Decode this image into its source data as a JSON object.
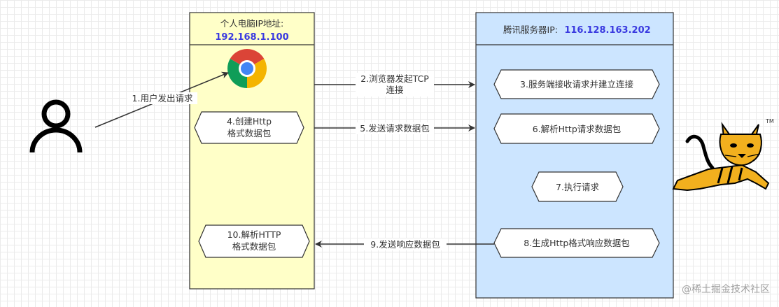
{
  "client": {
    "title": "个人电脑IP地址:",
    "ip": "192.168.1.100",
    "create_packet_line1": "4.创建Http",
    "create_packet_line2": "格式数据包",
    "parse_http_line1": "10.解析HTTP",
    "parse_http_line2": "格式数据包"
  },
  "server": {
    "title": "腾讯服务器IP:",
    "ip": "116.128.163.202",
    "accept_connect": "3.服务端接收请求并建立连接",
    "parse_request": "6.解析Http请求数据包",
    "execute": "7.执行请求",
    "gen_response": "8.生成Http格式响应数据包"
  },
  "arrows": {
    "user_request": "1.用户发出请求",
    "tcp_line1": "2.浏览器发起TCP",
    "tcp_line2": "连接",
    "send_packet": "5.发送请求数据包",
    "send_response": "9.发送响应数据包"
  },
  "watermark": "@稀土掘金技术社区",
  "tm_mark": "TM",
  "icons": {
    "user": "user-icon",
    "browser": "chrome-icon",
    "server_app": "tomcat-icon"
  },
  "colors": {
    "client_fill": "#ffffc8",
    "server_fill": "#cce5ff",
    "ip_color": "#3a3ae0"
  }
}
